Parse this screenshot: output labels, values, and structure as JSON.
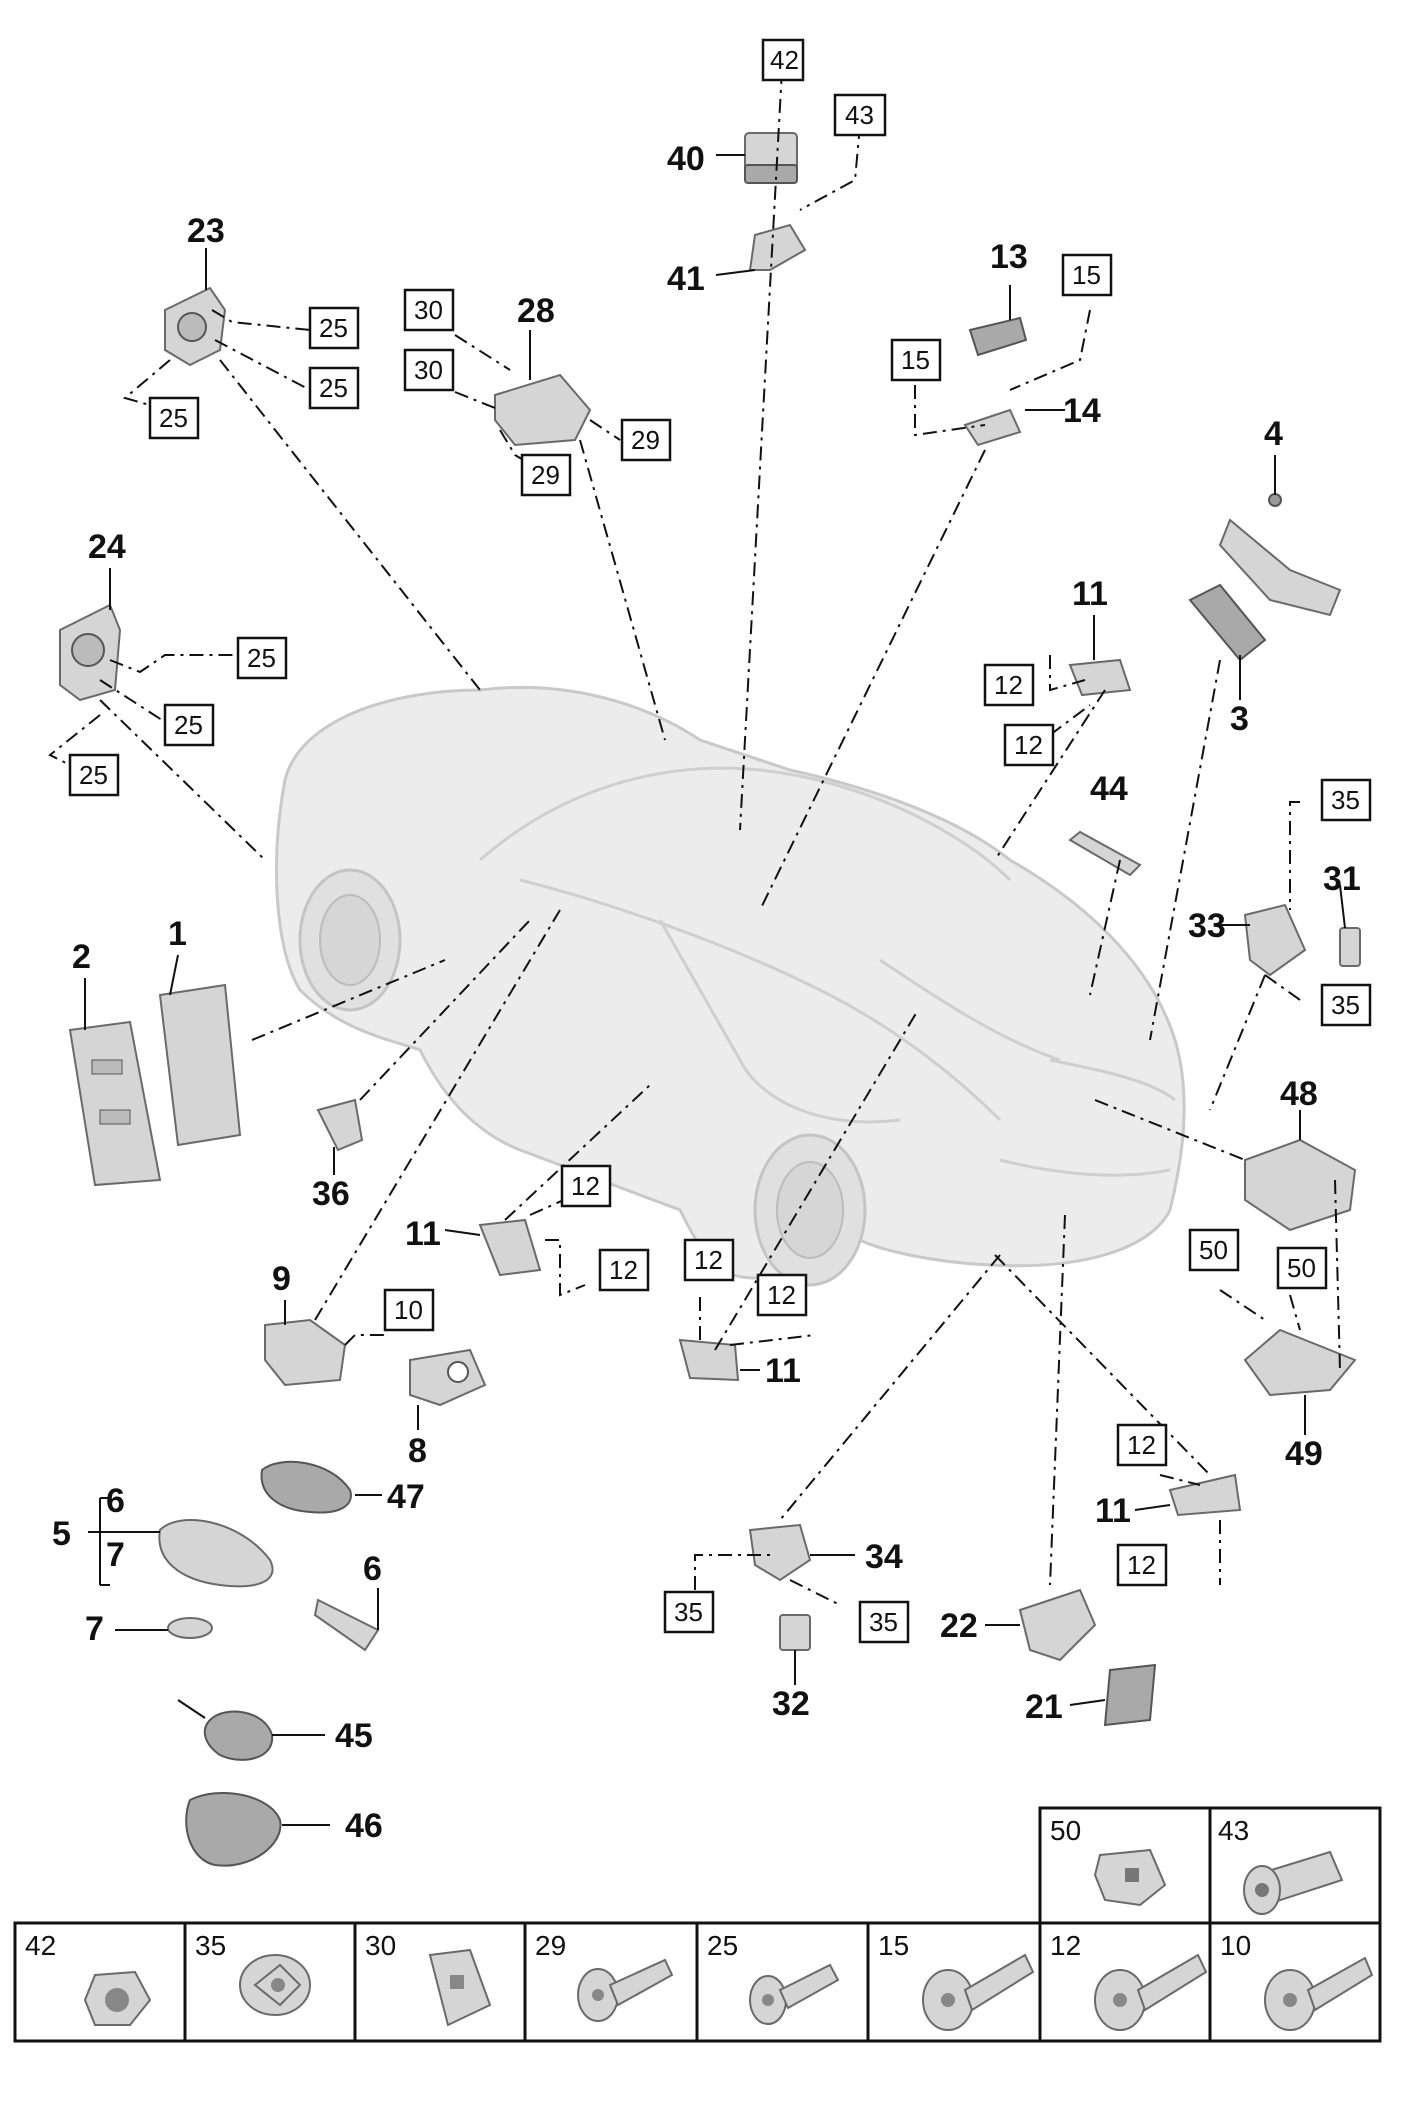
{
  "callouts": {
    "c1": "1",
    "c2": "2",
    "c3": "3",
    "c4": "4",
    "c5": "5",
    "c6a": "6",
    "c7a": "7",
    "c6b": "6",
    "c7b": "7",
    "c8": "8",
    "c9": "9",
    "c11a": "11",
    "c11b": "11",
    "c11c": "11",
    "c11d": "11",
    "c13": "13",
    "c14": "14",
    "c21": "21",
    "c22": "22",
    "c23": "23",
    "c24": "24",
    "c28": "28",
    "c31": "31",
    "c32": "32",
    "c33": "33",
    "c34": "34",
    "c36": "36",
    "c40": "40",
    "c41": "41",
    "c44": "44",
    "c45": "45",
    "c46": "46",
    "c47": "47",
    "c48": "48",
    "c49": "49"
  },
  "refboxes": {
    "b42": "42",
    "b43": "43",
    "b30a": "30",
    "b30b": "30",
    "b29a": "29",
    "b29b": "29",
    "b25a": "25",
    "b25b": "25",
    "b25c": "25",
    "b25d": "25",
    "b25e": "25",
    "b25f": "25",
    "b15a": "15",
    "b15b": "15",
    "b12a": "12",
    "b12b": "12",
    "b12c": "12",
    "b12d": "12",
    "b12e": "12",
    "b12f": "12",
    "b12g": "12",
    "b12h": "12",
    "b35a": "35",
    "b35b": "35",
    "b35c": "35",
    "b35d": "35",
    "b10": "10",
    "b50a": "50",
    "b50b": "50"
  },
  "legend": [
    "50",
    "43",
    "42",
    "35",
    "30",
    "29",
    "25",
    "15",
    "12",
    "10"
  ]
}
